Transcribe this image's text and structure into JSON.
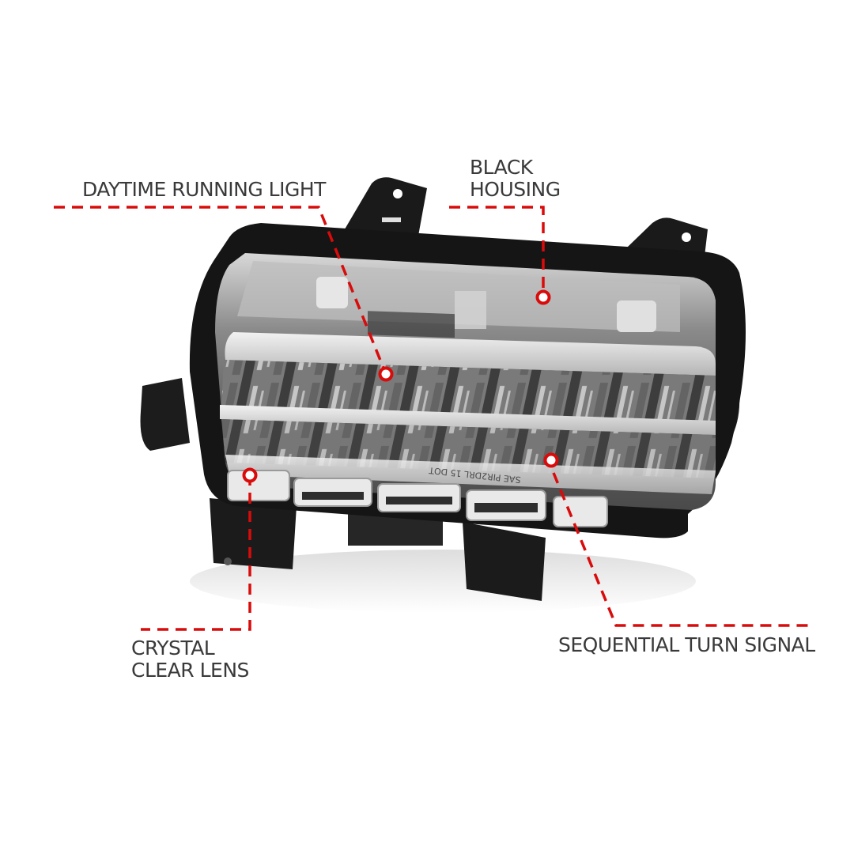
{
  "callouts": [
    {
      "id": "drl",
      "lines": [
        "DAYTIME RUNNING LIGHT"
      ]
    },
    {
      "id": "housing",
      "lines": [
        "BLACK",
        "HOUSING"
      ]
    },
    {
      "id": "lens",
      "lines": [
        "CRYSTAL",
        "CLEAR LENS"
      ]
    },
    {
      "id": "turn",
      "lines": [
        "SEQUENTIAL TURN SIGNAL"
      ]
    }
  ],
  "product": {
    "description": "LED side marker / DRL lamp with black housing",
    "lens_marking": "SAE  PIR2DRL  15  DOT"
  },
  "colors": {
    "accent": "#d90b0b",
    "label_text": "#3a3a3a",
    "background": "#ffffff",
    "housing": "#1b1b1b"
  }
}
